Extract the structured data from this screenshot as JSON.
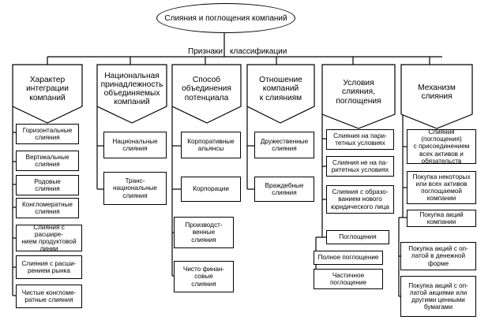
{
  "title": "Слияния и поглощения компаний",
  "subtitle_left": "Признаки",
  "subtitle_right": "классификации",
  "categories": [
    "Характер\nинтеграции\nкомпаний",
    "Национальная\nпринадлежность\nобъединяемых\nкомпаний",
    "Способ\nобъединения\nпотенциала",
    "Отношение\nкомпаний\nк слияниям",
    "Условия\nслияния,\nпоглощения",
    "Механизм\nслияния"
  ],
  "items": {
    "c1": [
      "Горизонтальные\nслияния",
      "Вертикальные\nслияния",
      "Родовые\nслияния",
      "Конгломератные\nслияния",
      "Слияния с расшире-\nнием продуктовой\nлинии",
      "Слияния с расши-\nрением рынка",
      "Чистые конгломе-\nратные слияния"
    ],
    "c2": [
      "Национальные\nслияния",
      "Транс-\nнациональные\nслияния"
    ],
    "c3": [
      "Корпоративные\nальянсы",
      "Корпорации",
      "Производст-\nвенные\nслияния",
      "Чисто финан-\nсовые\nслияния"
    ],
    "c4": [
      "Дружественные\nслияния",
      "Враждебные\nслияния"
    ],
    "c5": [
      "Слияния на пари-\nтетных условиях",
      "Слияния не на па-\nритетных условиях",
      "Слияния с образо-\nванием нового\nюридического лица",
      "Поглощения",
      "Полное поглощение",
      "Частичное\nпоглощение"
    ],
    "c6": [
      "Слияния (поглощения)\nс присоединением\nвсех активов и\nобязательств",
      "Покупка некоторых\nили всех активов\nпоглощаемой\nкомпании",
      "Покупка акций\nкомпании",
      "Покупка акций с оп-\nлатой в денежной\nформе",
      "Покупка акций с оп-\nлатой акциями или\nдругими ценными\nбумагами"
    ]
  }
}
